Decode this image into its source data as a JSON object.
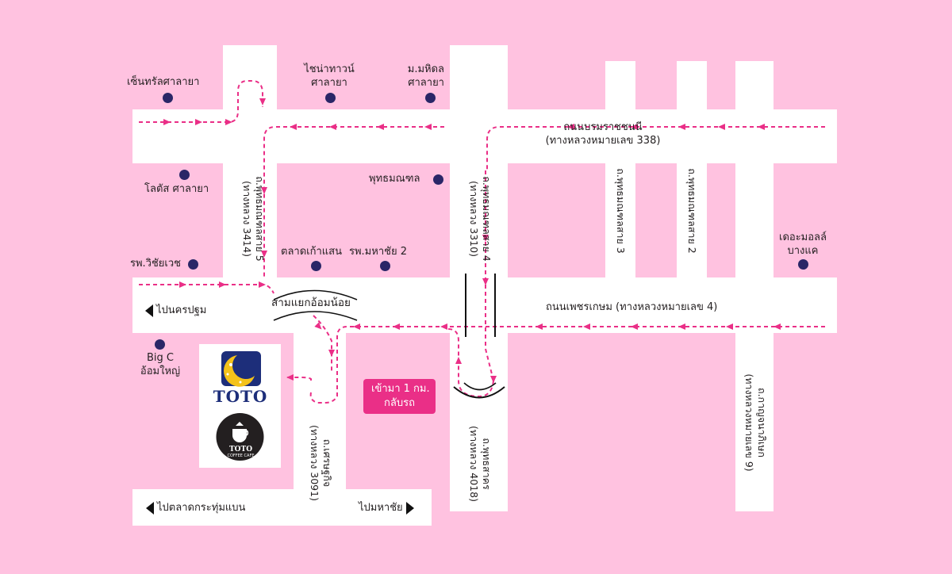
{
  "map": {
    "roads": {
      "borommaratchachonnani": {
        "name": "ถนนบรมราชชนนี",
        "sub": "(ทางหลวงหมายเลข 338)"
      },
      "phetkasem": {
        "name": "ถนนเพชรเกษม (ทางหลวงหมายเลข 4)"
      },
      "phutthamonthon_5": {
        "name": "ถ.พุทธมณฑลสาย 5",
        "sub": "(ทางหลวง 3414)"
      },
      "phutthamonthon_4": {
        "name": "ถ.พุทธมณฑลสาย 4",
        "sub": "(ทางหลวง 3310)"
      },
      "phutthamonthon_3": {
        "name": "ถ.พุทธมณฑลสาย 3"
      },
      "phutthamonthon_2": {
        "name": "ถ.พุทธมณฑลสาย 2"
      },
      "setthakit": {
        "name": "ถ.เศรษฐกิจ",
        "sub": "(ทางหลวง 3091)"
      },
      "phutthasakhon": {
        "name": "ถ.พุทธสาคร",
        "sub": "(ทางหลวง 4018)"
      },
      "kanchanaphisek": {
        "name": "ถ.กาญจนาภิเษก",
        "sub": "(ทางหลวงหมายเลข 9)"
      }
    },
    "landmarks": {
      "central_salaya": "เซ็นทรัลศาลายา",
      "chaina_town_1": "ไชน่าทาวน์",
      "chaina_town_2": "ศาลายา",
      "mahidol_1": "ม.มหิดล",
      "mahidol_2": "ศาลายา",
      "lotus_salaya": "โลตัส ศาลายา",
      "phutthamonthon": "พุทธมณฑล",
      "vichaivej": "รพ.วิชัยเวช",
      "talad_kaosaen": "ตลาดเก้าแสน",
      "mahachai_hospital": "รพ.มหาชัย 2",
      "the_mall_1": "เดอะมอลล์",
      "the_mall_2": "บางแค",
      "bigc_1": "Big C",
      "bigc_2": "อ้อมใหญ่"
    },
    "intersection": "สามแยกอ้อมน้อย",
    "directions": {
      "to_nakhon_pathom": "ไปนครปฐม",
      "to_krathum_baen": "ไปตลาดกระทุ่มแบน",
      "to_mahachai": "ไปมหาชัย"
    },
    "callout": {
      "line1": "เข้ามา 1 กม.",
      "line2": "กลับรถ"
    },
    "brand": {
      "logo_text": "TOTO",
      "cafe_name": "TOTO",
      "cafe_sub": "COFFEE CAFE"
    },
    "colors": {
      "background": "#ffc2e0",
      "road": "#ffffff",
      "route": "#ea2f87",
      "poi": "#2a2667",
      "toto_blue": "#1d2e7a",
      "toto_yellow": "#f4c21a"
    }
  }
}
